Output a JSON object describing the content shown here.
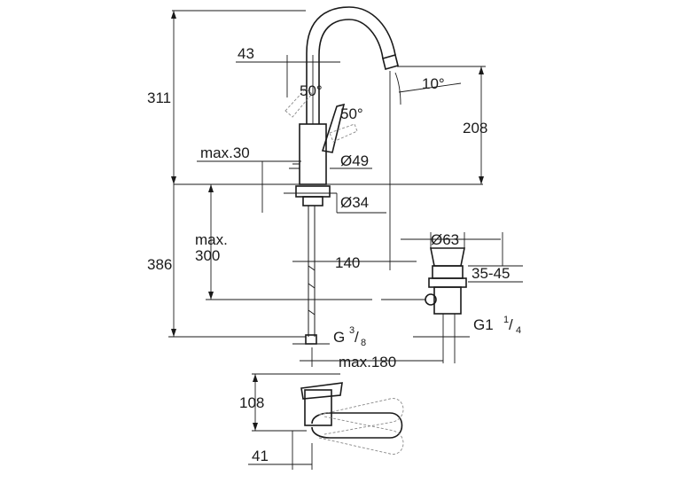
{
  "colors": {
    "line": "#1a1a1a",
    "ghost": "#888888",
    "background": "#ffffff"
  },
  "dimensions": {
    "overall_height": "311",
    "below_deck": "386",
    "handle_offset": "43",
    "handle_angle_1": "50°",
    "handle_angle_2": "50°",
    "spout_angle": "10°",
    "spout_height": "208",
    "deck_thickness": "max.30",
    "body_diameter": "Ø49",
    "shank_diameter": "Ø34",
    "tube_length_line1": "max.",
    "tube_length_line2": "300",
    "spout_reach": "140",
    "waste_diameter": "Ø63",
    "waste_range": "35-45",
    "waste_thread_base": "G1",
    "waste_thread_num": "1",
    "waste_thread_den": "4",
    "supply_thread_base": "G",
    "supply_thread_num": "3",
    "supply_thread_den": "8",
    "rod_reach": "max.180",
    "plan_depth": "108",
    "plan_offset": "41"
  }
}
